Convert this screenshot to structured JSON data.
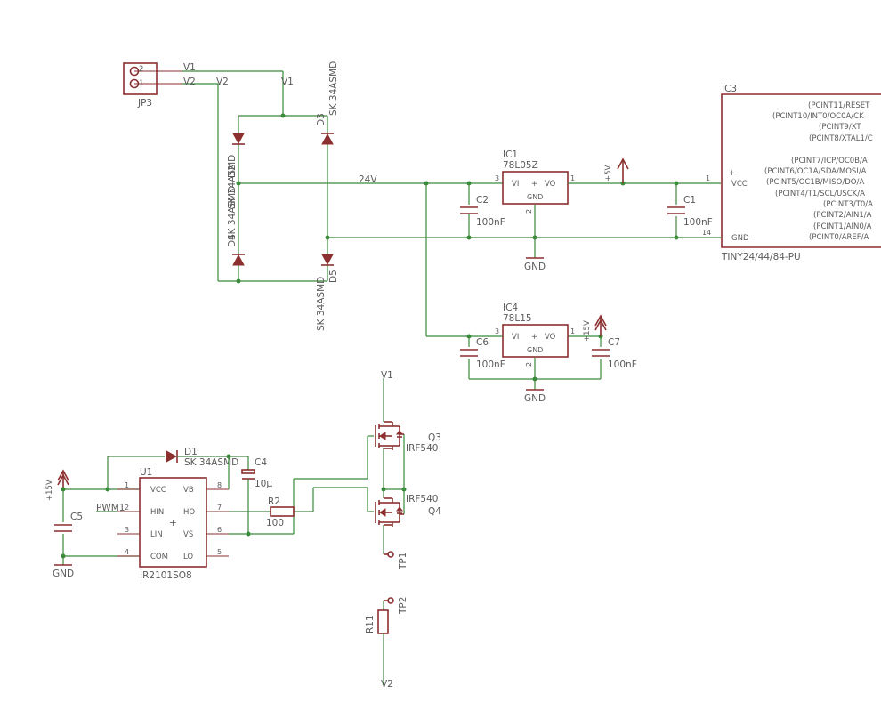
{
  "parts": {
    "jp3": {
      "name": "JP3",
      "pin1": "1",
      "pin2": "2"
    },
    "d2": {
      "name": "D2",
      "value": "SK 34ASMD"
    },
    "d3": {
      "name": "D3",
      "value": "SK 34ASMD"
    },
    "d4": {
      "name": "D4",
      "value": "SK 34ASMD"
    },
    "d5": {
      "name": "D5",
      "value": "SK 34ASMD"
    },
    "ic1": {
      "name": "IC1",
      "value": "78L05Z",
      "vi": "VI",
      "vo": "VO",
      "gnd": "GND",
      "plus": "+",
      "pin_in": "3",
      "pin_out": "1",
      "pin_gnd": "2"
    },
    "ic4": {
      "name": "IC4",
      "value": "78L15",
      "vi": "VI",
      "vo": "VO",
      "gnd": "GND",
      "plus": "+",
      "pin_in": "3",
      "pin_out": "1",
      "pin_gnd": "2"
    },
    "c1": {
      "name": "C1",
      "value": "100nF"
    },
    "c2": {
      "name": "C2",
      "value": "100nF"
    },
    "c6": {
      "name": "C6",
      "value": "100nF"
    },
    "c7": {
      "name": "C7",
      "value": "100nF"
    },
    "c5": {
      "name": "C5"
    },
    "c4": {
      "name": "C4",
      "value": "10µ"
    },
    "ic3": {
      "name": "IC3",
      "value": "TINY24/44/84-PU",
      "vcc": "VCC",
      "gnd": "GND",
      "plus": "+",
      "pin_vcc": "1",
      "pin_gnd": "14",
      "pins": [
        "(PCINT11/RESET",
        "(PCINT10/INT0/OC0A/CK",
        "(PCINT9/XT",
        "(PCINT8/XTAL1/C",
        "(PCINT7/ICP/OC0B/A",
        "(PCINT6/OC1A/SDA/MOSI/A",
        "(PCINT5/OC1B/MISO/DO/A",
        "(PCINT4/T1/SCL/USCK/A",
        "(PCINT3/T0/A",
        "(PCINT2/AIN1/A",
        "(PCINT1/AIN0/A",
        "(PCINT0/AREF/A"
      ]
    },
    "u1": {
      "name": "U1",
      "value": "IR2101SO8",
      "plus": "+",
      "left": [
        {
          "pin": "1",
          "label": "VCC"
        },
        {
          "pin": "2",
          "label": "HIN"
        },
        {
          "pin": "3",
          "label": "LIN"
        },
        {
          "pin": "4",
          "label": "COM"
        }
      ],
      "right": [
        {
          "pin": "8",
          "label": "VB"
        },
        {
          "pin": "7",
          "label": "HO"
        },
        {
          "pin": "6",
          "label": "VS"
        },
        {
          "pin": "5",
          "label": "LO"
        }
      ]
    },
    "d1": {
      "name": "D1",
      "value": "SK 34ASMD"
    },
    "r2": {
      "name": "R2",
      "value": "100"
    },
    "q3": {
      "name": "Q3",
      "value": "IRF540"
    },
    "q4": {
      "name": "Q4",
      "value": "IRF540"
    },
    "tp1": {
      "name": "TP1"
    },
    "tp2": {
      "name": "TP2"
    },
    "r11": {
      "name": "R11"
    }
  },
  "nets": {
    "v1": "V1",
    "v2": "V2",
    "v24": "24V",
    "p5v": "+5V",
    "p15v": "+15V",
    "gnd": "GND",
    "pwm1": "PWM1"
  }
}
